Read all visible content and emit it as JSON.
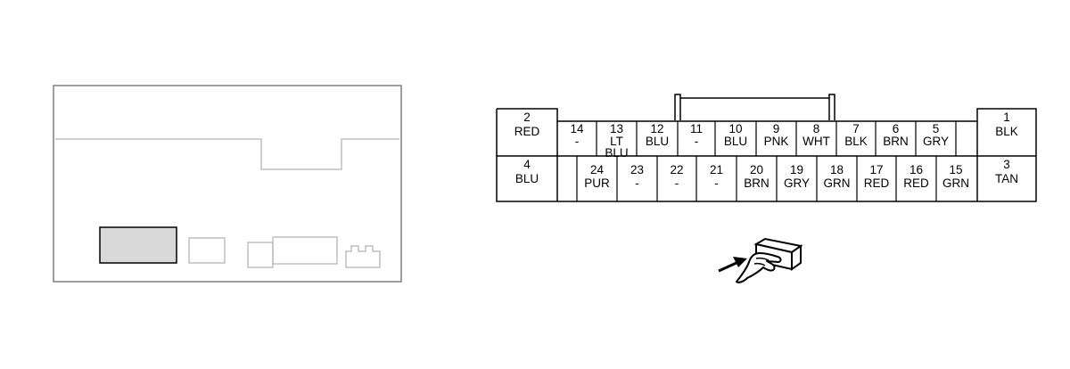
{
  "connector": {
    "top_row": [
      {
        "num": "2",
        "color": "RED"
      },
      {
        "num": "14",
        "color": "-"
      },
      {
        "num": "13",
        "color": "LT BLU"
      },
      {
        "num": "12",
        "color": "BLU"
      },
      {
        "num": "11",
        "color": "-"
      },
      {
        "num": "10",
        "color": "BLU"
      },
      {
        "num": "9",
        "color": "PNK"
      },
      {
        "num": "8",
        "color": "WHT"
      },
      {
        "num": "7",
        "color": "BLK"
      },
      {
        "num": "6",
        "color": "BRN"
      },
      {
        "num": "5",
        "color": "GRY"
      },
      {
        "num": "1",
        "color": "BLK"
      }
    ],
    "bottom_row": [
      {
        "num": "4",
        "color": "BLU"
      },
      {
        "num": "24",
        "color": "PUR"
      },
      {
        "num": "23",
        "color": "-"
      },
      {
        "num": "22",
        "color": "-"
      },
      {
        "num": "21",
        "color": "-"
      },
      {
        "num": "20",
        "color": "BRN"
      },
      {
        "num": "19",
        "color": "GRY"
      },
      {
        "num": "18",
        "color": "GRN"
      },
      {
        "num": "17",
        "color": "RED"
      },
      {
        "num": "16",
        "color": "RED"
      },
      {
        "num": "15",
        "color": "GRN"
      },
      {
        "num": "3",
        "color": "TAN"
      }
    ]
  },
  "locator": {
    "highlight_color": "#d9d9d9",
    "outline_color": "#7f7f7f",
    "faint_color": "#bfbfbf"
  },
  "icons": [
    "hand-icon",
    "arrow-icon",
    "connector-plug-icon"
  ]
}
